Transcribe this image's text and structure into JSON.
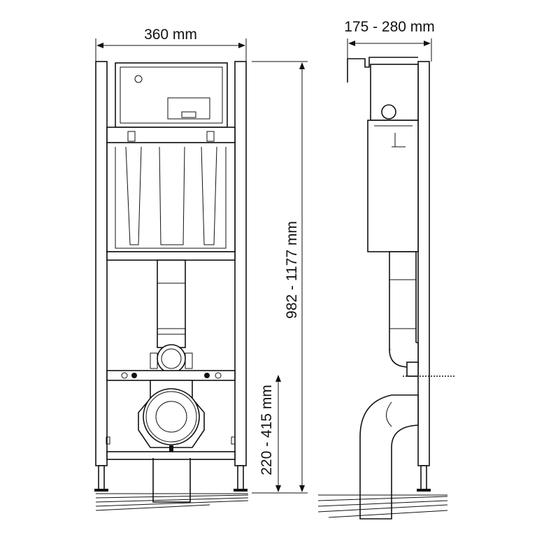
{
  "dimensions": {
    "frame_width": "360 mm",
    "depth_range": "175 - 280 mm",
    "height_range": "982 - 1177 mm",
    "outlet_height_range": "220 - 415 mm"
  },
  "colors": {
    "line": "#111111",
    "background": "#ffffff"
  }
}
